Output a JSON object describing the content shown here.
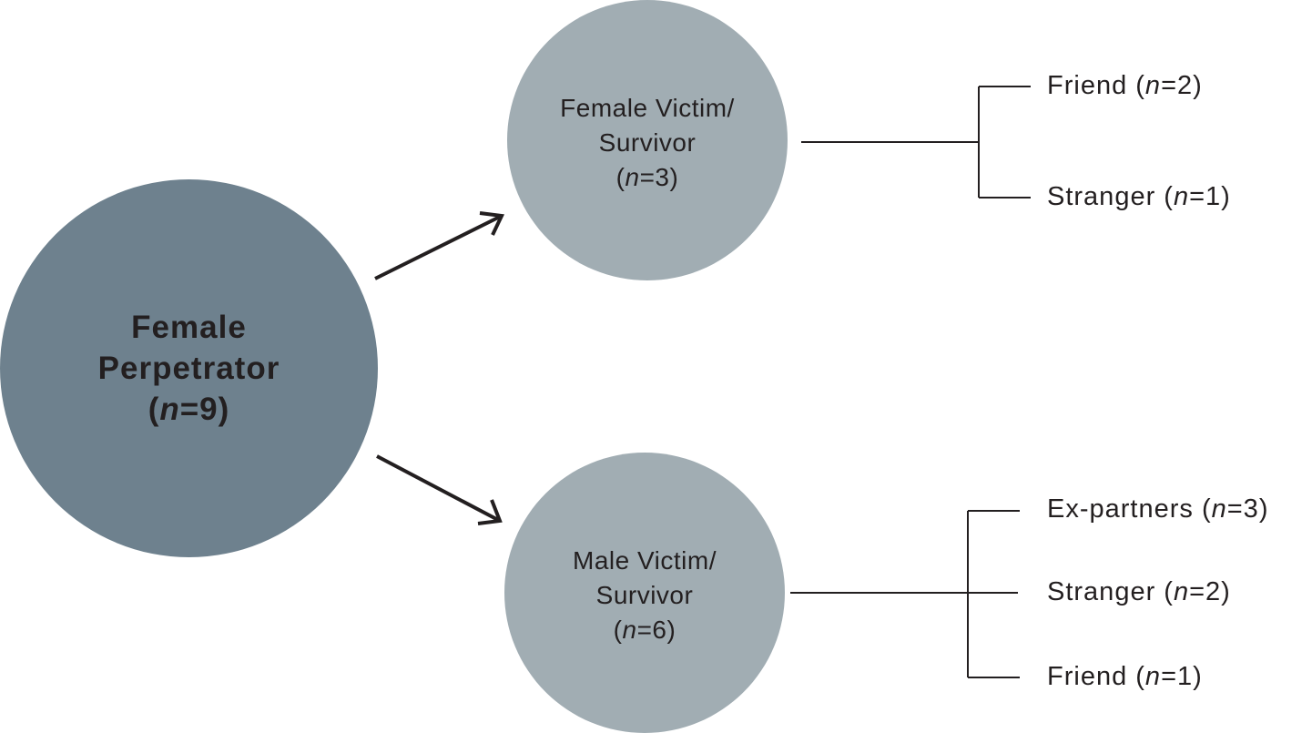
{
  "diagram": {
    "type": "tree",
    "root": {
      "label_line1": "Female",
      "label_line2": "Perpetrator",
      "n_prefix": "(",
      "n_var": "n",
      "n_value": "=9)",
      "n": 9,
      "color": "#6e818e"
    },
    "branches": [
      {
        "id": "female-victim",
        "label_line1": "Female Victim/",
        "label_line2": "Survivor",
        "n_prefix": "(",
        "n_var": "n",
        "n_value": "=3)",
        "n": 3,
        "color": "#a1adb3",
        "children": [
          {
            "label": "Friend",
            "n_prefix": " (",
            "n_var": "n",
            "n_value": "=2)",
            "n": 2
          },
          {
            "label": "Stranger",
            "n_prefix": " (",
            "n_var": "n",
            "n_value": "=1)",
            "n": 1
          }
        ]
      },
      {
        "id": "male-victim",
        "label_line1": "Male Victim/",
        "label_line2": "Survivor",
        "n_prefix": "(",
        "n_var": "n",
        "n_value": "=6)",
        "n": 6,
        "color": "#a1adb3",
        "children": [
          {
            "label": "Ex-partners",
            "n_prefix": " (",
            "n_var": "n",
            "n_value": "=3)",
            "n": 3
          },
          {
            "label": "Stranger",
            "n_prefix": " (",
            "n_var": "n",
            "n_value": "=2)",
            "n": 2
          },
          {
            "label": "Friend",
            "n_prefix": " (",
            "n_var": "n",
            "n_value": "=1)",
            "n": 1
          }
        ]
      }
    ],
    "line_color": "#231f20"
  }
}
